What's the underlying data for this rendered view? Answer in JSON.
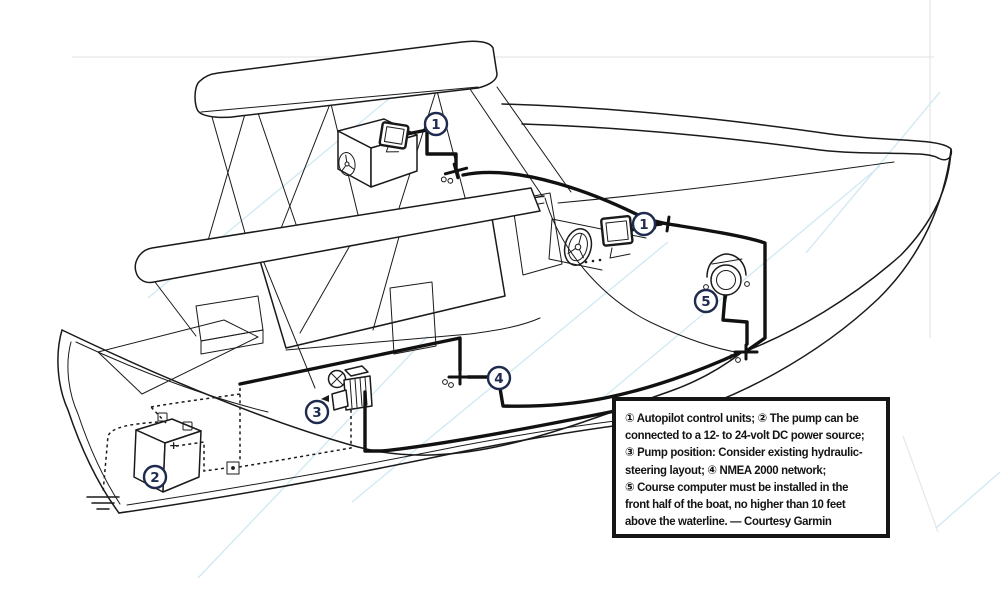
{
  "palette": {
    "paper": "#ffffff",
    "ink": "#1a1a1a",
    "cable": "#111111",
    "marker_ring": "#1f2b4e",
    "guide_line": "#cfe9f2",
    "faint_line": "#e7e7e7",
    "legend_border": "#161616",
    "legend_text": "#141414"
  },
  "markers": [
    {
      "label": "1",
      "component": "autopilot-control-unit-flybridge"
    },
    {
      "label": "1",
      "component": "autopilot-control-unit-helm"
    },
    {
      "label": "2",
      "component": "dc-power-battery"
    },
    {
      "label": "3",
      "component": "hydraulic-pump"
    },
    {
      "label": "4",
      "component": "nmea-2000-network"
    },
    {
      "label": "5",
      "component": "course-computer"
    }
  ],
  "battery": {
    "plus_label": "+"
  },
  "legend": {
    "lines": [
      "① Autopilot control units; ② The pump can be",
      "connected to a 12- to 24-volt DC power source;",
      "③ Pump position: Consider existing hydraulic-",
      "steering layout; ④ NMEA 2000 network;",
      "⑤ Course computer must be installed in the",
      "front half of the boat, no higher than 10 feet",
      "above the waterline. — Courtesy Garmin"
    ]
  }
}
